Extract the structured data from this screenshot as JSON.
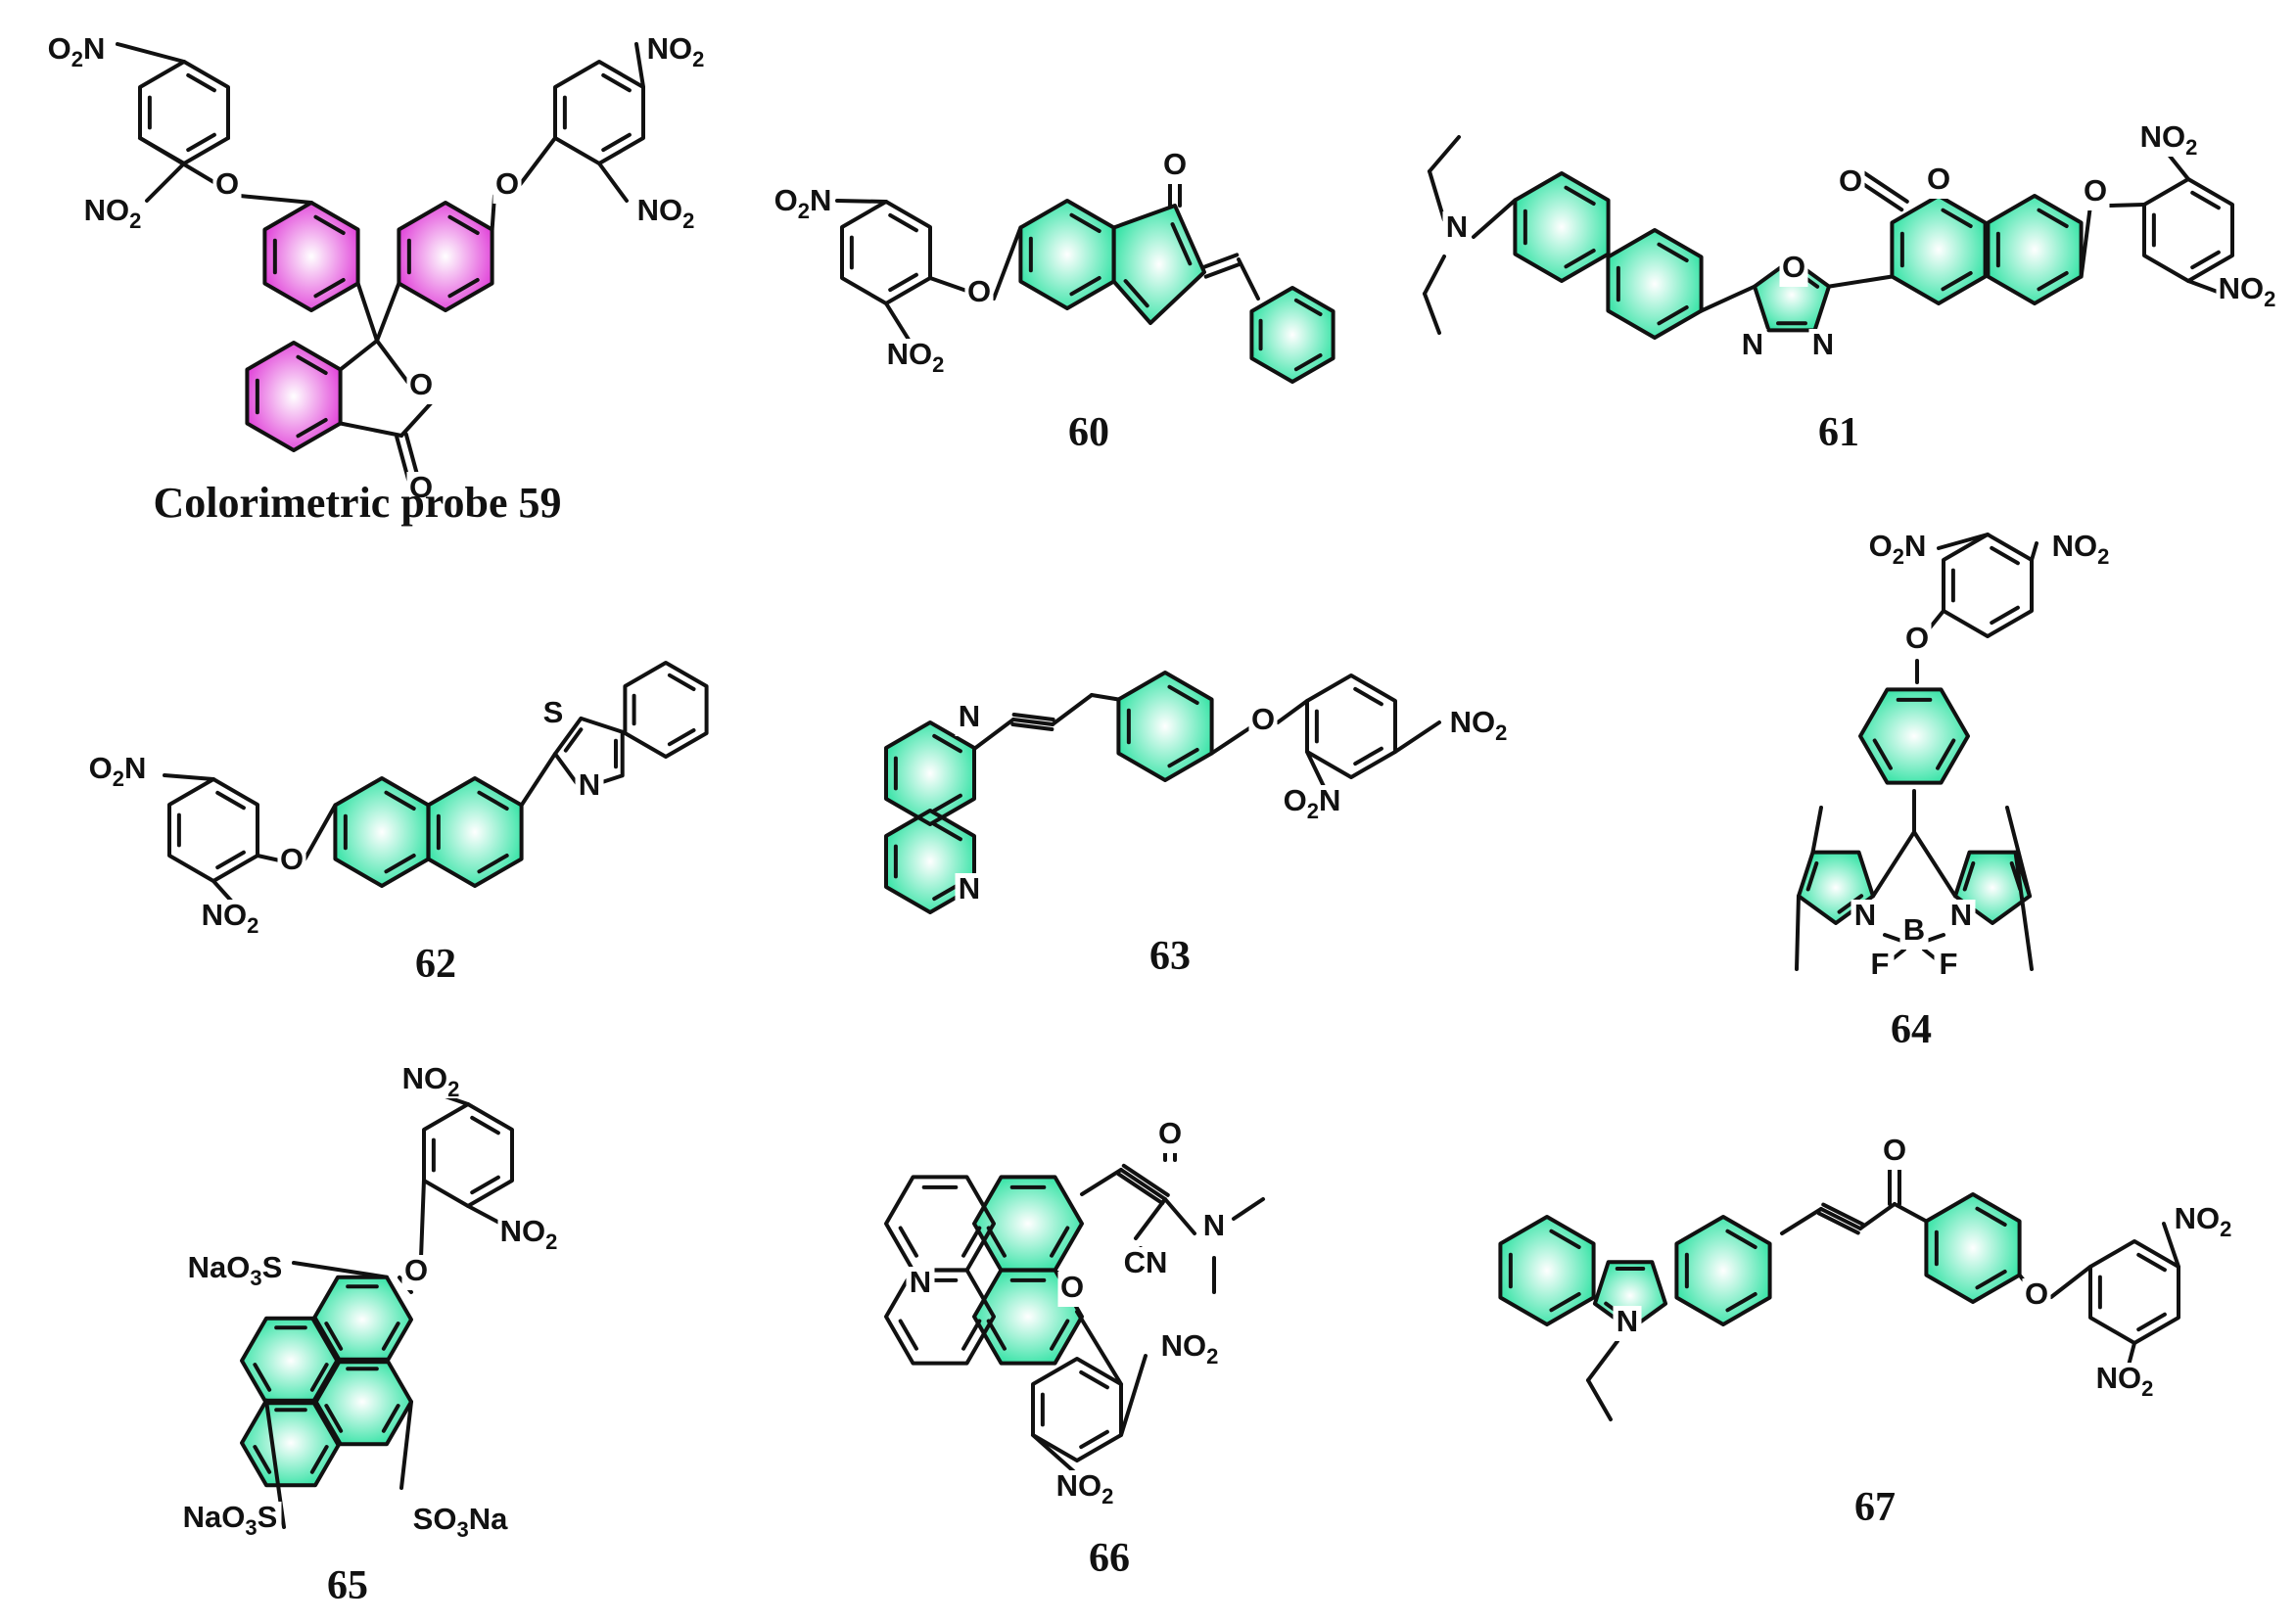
{
  "colors": {
    "probe_highlight": "#e040d8",
    "fluor_highlight": "#34e3a5",
    "bond": "#111111",
    "background": "#ffffff"
  },
  "labels": {
    "l59": "Colorimetric probe 59",
    "l60": "60",
    "l61": "61",
    "l62": "62",
    "l63": "63",
    "l64": "64",
    "l65": "65",
    "l66": "66",
    "l67": "67"
  },
  "molecules": [
    {
      "id": "59",
      "highlight": "probe",
      "atoms": [
        {
          "el": "N",
          "sub": "O2",
          "pre": "O2",
          "text": "O2N"
        },
        {
          "el": "N",
          "text": "NO2"
        },
        {
          "el": "O",
          "text": "O"
        },
        {
          "el": "O",
          "text": "O"
        },
        {
          "el": "N",
          "text": "NO2"
        },
        {
          "el": "N",
          "text": "NO2"
        },
        {
          "el": "O",
          "text": "O"
        },
        {
          "el": "O",
          "text": "O"
        }
      ]
    },
    {
      "id": "60",
      "highlight": "fluor"
    },
    {
      "id": "61",
      "highlight": "fluor"
    },
    {
      "id": "62",
      "highlight": "fluor"
    },
    {
      "id": "63",
      "highlight": "fluor"
    },
    {
      "id": "64",
      "highlight": "fluor"
    },
    {
      "id": "65",
      "highlight": "fluor"
    },
    {
      "id": "66",
      "highlight": "fluor"
    },
    {
      "id": "67",
      "highlight": "fluor"
    }
  ],
  "atom_labels": {
    "O2N": "O2N",
    "NO2": "NO2",
    "O": "O",
    "N": "N",
    "S": "S",
    "B": "B",
    "F": "F",
    "CN": "CN",
    "NaO3S": "NaO3S",
    "SO3Na": "SO3Na"
  }
}
